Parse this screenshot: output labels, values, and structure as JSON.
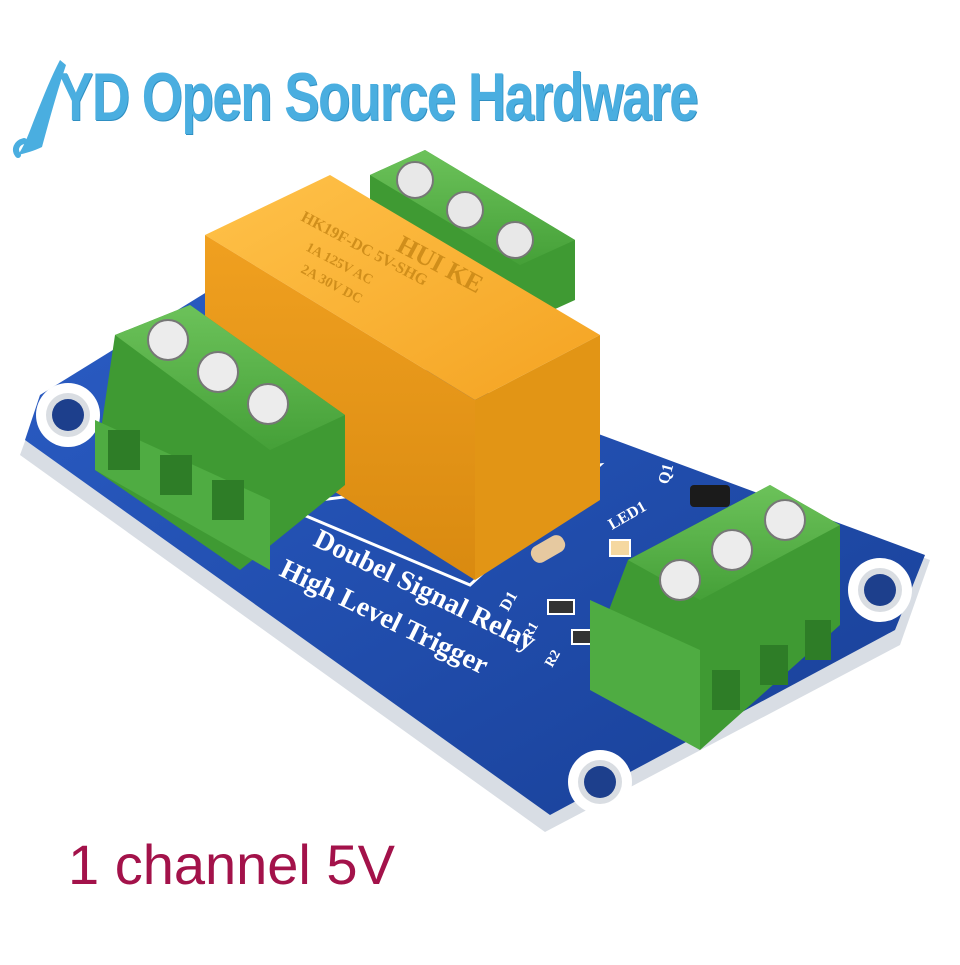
{
  "watermark": {
    "text": "YD Open Source Hardware",
    "color": "#4aaee0"
  },
  "caption": {
    "text": "1 channel 5V",
    "color": "#a3124a"
  },
  "board": {
    "color": "#1f4fb0",
    "silkscreen_line1": "Doubel Signal Relay",
    "silkscreen_line2": "High Level Trigger",
    "labels": {
      "led": "LED1",
      "transistor": "Q1",
      "diode": "D1",
      "resistor_1": "R1",
      "resistor_2": "R2"
    }
  },
  "relay": {
    "color": "#f5a623",
    "brand": "HUI KE",
    "model": "HK19F-DC 5V-SHG",
    "rating_1": "1A 125V AC",
    "rating_2": "2A 30V DC"
  },
  "terminal_color": "#4caf3e"
}
